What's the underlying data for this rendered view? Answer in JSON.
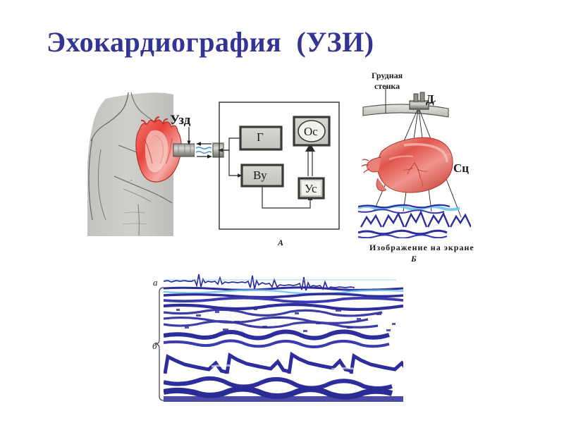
{
  "slide": {
    "title": "Эхокардиография  (УЗИ)",
    "title_color": "#343494",
    "background_color": "#ffffff"
  },
  "figure_a": {
    "caption": "А",
    "probe_label": "Узд",
    "blocks": [
      {
        "id": "generator",
        "label": "Г",
        "role": "generator"
      },
      {
        "id": "time-sweep",
        "label": "Ву",
        "role": "sweep-unit"
      },
      {
        "id": "oscilloscope",
        "label": "Ос",
        "role": "oscilloscope"
      },
      {
        "id": "amplifier",
        "label": "Ус",
        "role": "amplifier"
      }
    ]
  },
  "figure_b": {
    "caption": "Б",
    "chest_wall_label": "Грудная\nстенка",
    "transducer_label": "Д",
    "scan_label": "Сц",
    "screen_caption": "Изображение на экране"
  },
  "echogram": {
    "trace_label": "а",
    "mmode_label": "б",
    "trace_color": "#2d2d9e",
    "highlight_color": "#59b3e0"
  },
  "colors": {
    "title": "#343494",
    "skin": "#c9c9c7",
    "heart": "#e03a32",
    "heart_light": "#f5b9b5",
    "device_gray": "#9a9a96",
    "line": "#2b2b2b",
    "trace_blue": "#2d2d9e",
    "trace_cyan": "#6fc3e8"
  }
}
